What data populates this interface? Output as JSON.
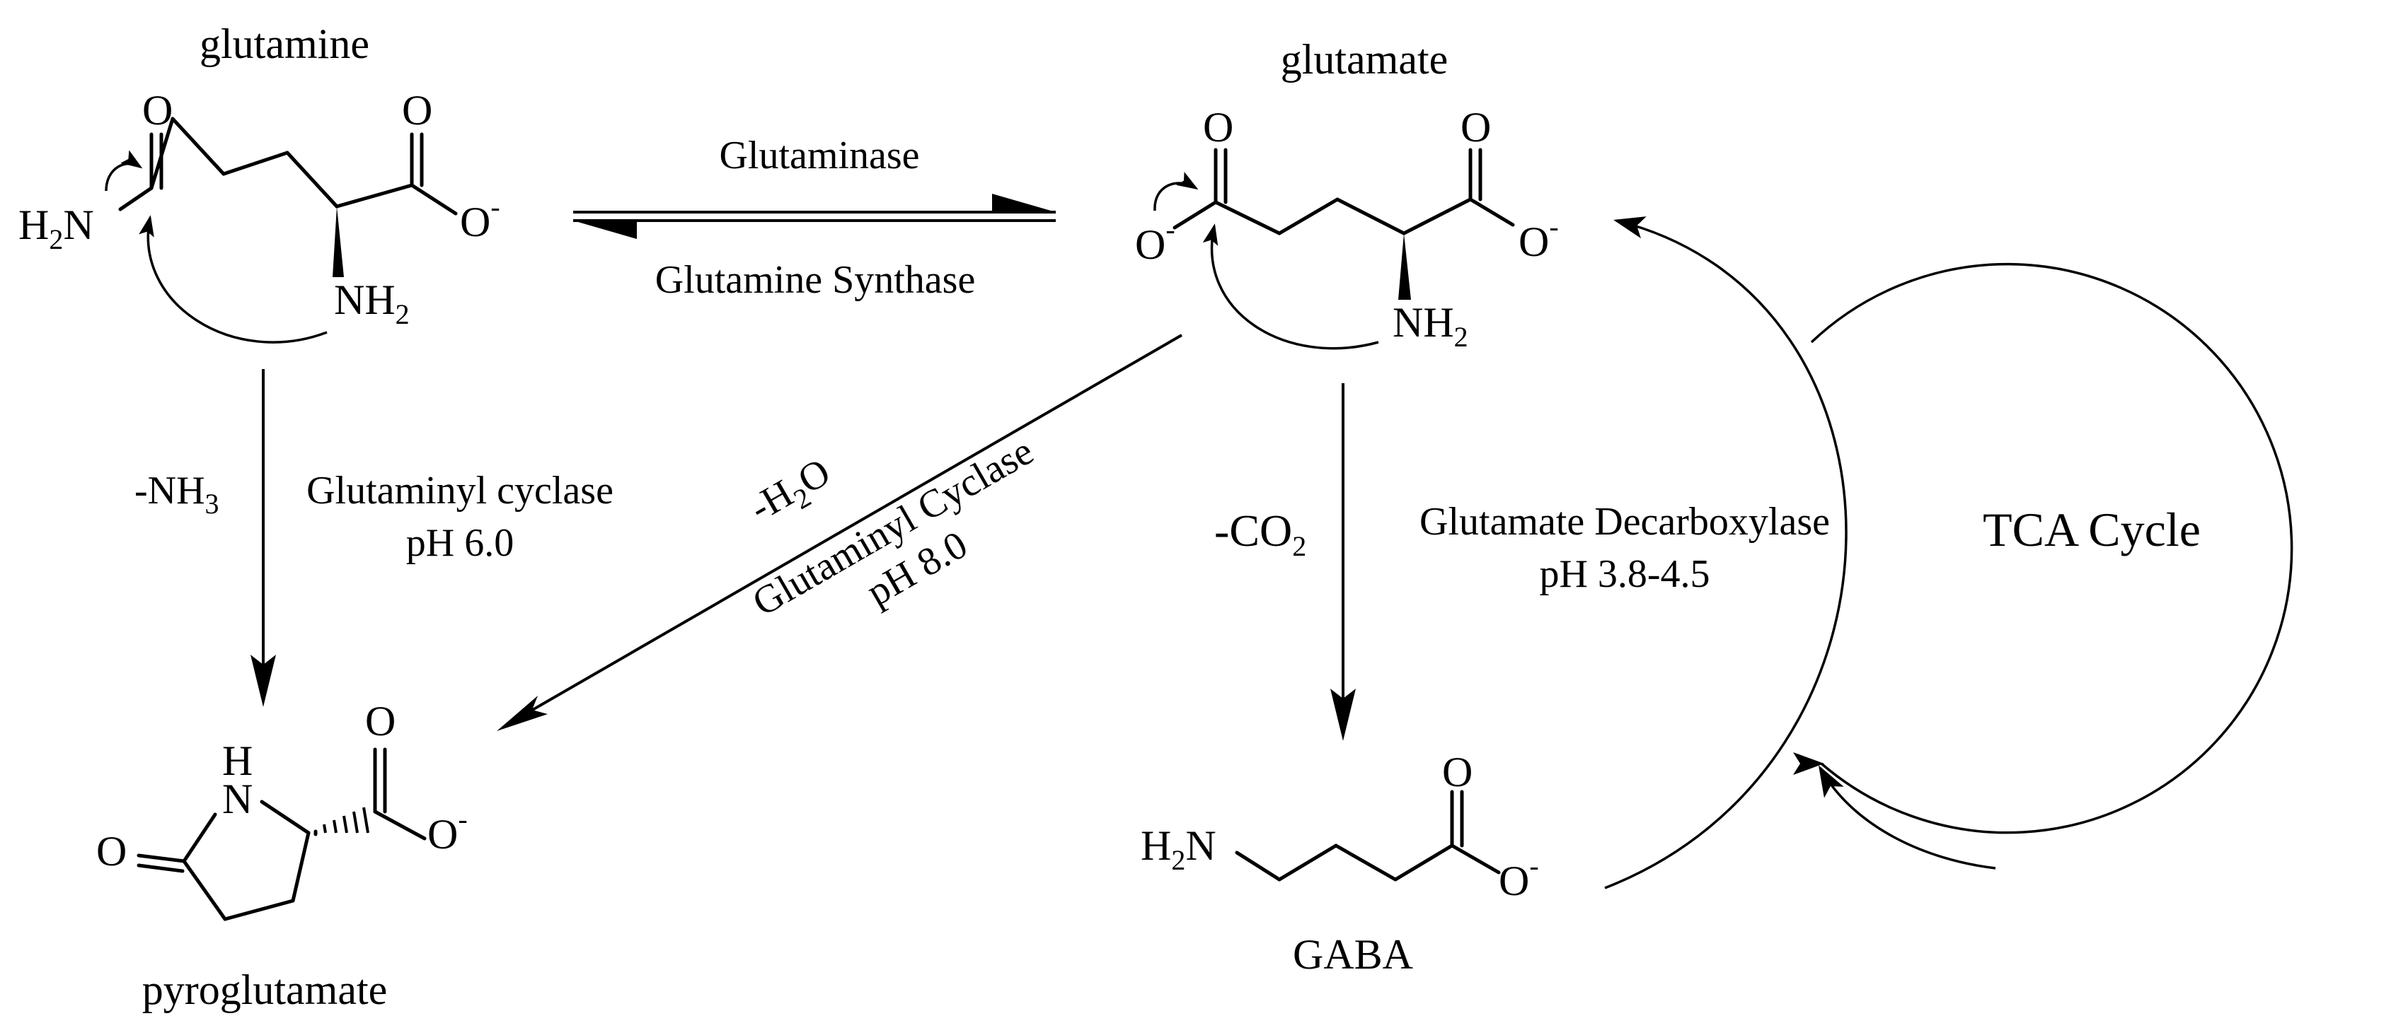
{
  "molecules": {
    "glutamine": "glutamine",
    "glutamate": "glutamate",
    "pyroglutamate": "pyroglutamate",
    "gaba": "GABA"
  },
  "reactions": {
    "glutaminase": "Glutaminase",
    "glutamine_synthase": "Glutamine Synthase",
    "gln_to_pyro": {
      "loss": "-NH3",
      "enzyme": "Glutaminyl cyclase",
      "ph": "pH 6.0"
    },
    "glu_to_pyro": {
      "loss": "-H2O",
      "enzyme": "Glutaminyl Cyclase",
      "ph": "pH 8.0"
    },
    "glu_to_gaba": {
      "loss": "-CO2",
      "enzyme": "Glutamate Decarboxylase",
      "ph": "pH 3.8-4.5"
    },
    "tca": "TCA Cycle"
  },
  "atoms": {
    "O": "O",
    "N": "N",
    "H": "H",
    "H2N": "H2N",
    "NH2": "NH2",
    "charge_minus": "-"
  }
}
